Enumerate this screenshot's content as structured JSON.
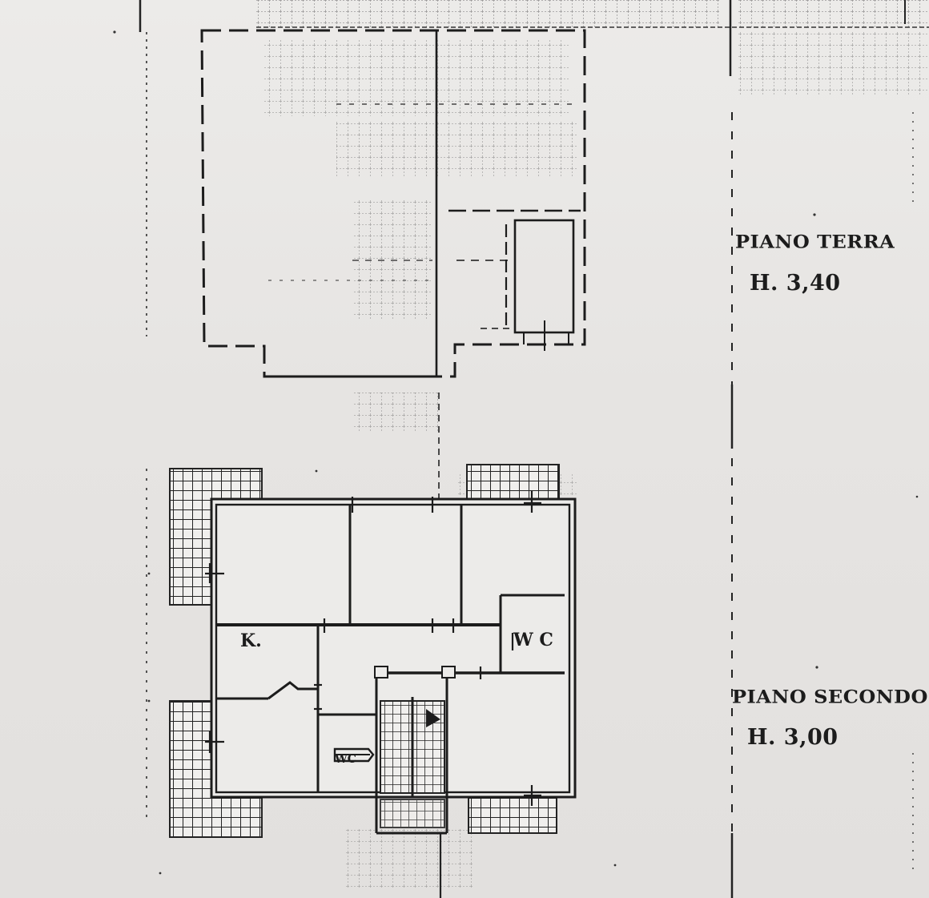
{
  "ground_floor": {
    "label": "PIANO TERRA",
    "height": "H. 3,40"
  },
  "second_floor": {
    "label": "PIANO SECONDO",
    "height": "H. 3,00"
  },
  "room_marks": {
    "kitchen": "K.",
    "wc": "W C",
    "bathroom": "WC"
  }
}
